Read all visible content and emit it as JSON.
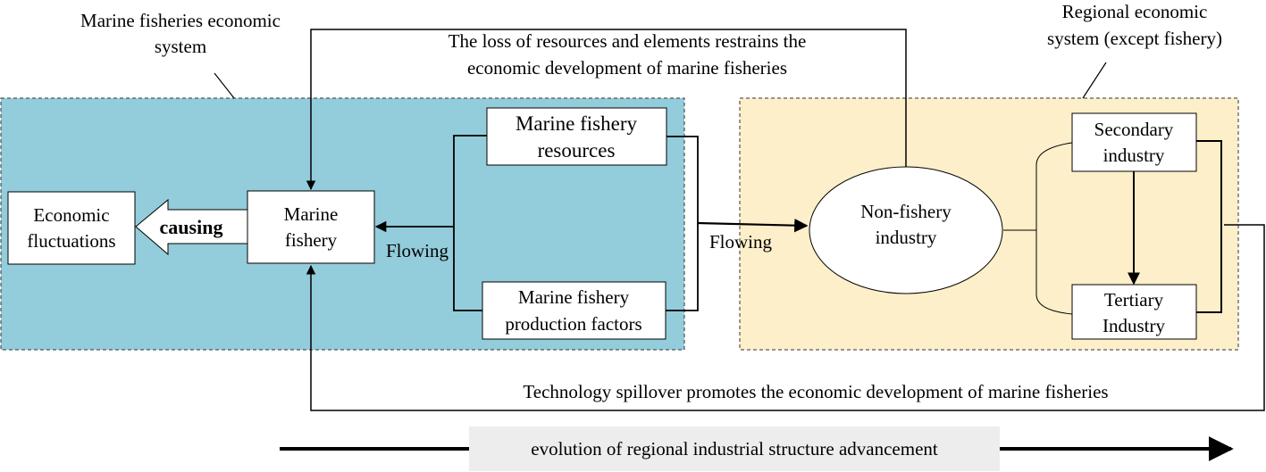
{
  "marine_system": {
    "label_line1": "Marine fisheries economic",
    "label_line2": "system",
    "background": "#93ccda"
  },
  "regional_system": {
    "label_line1": "Regional economic",
    "label_line2": "system (except fishery)",
    "background": "#fdefc9"
  },
  "top_flow": {
    "line1": "The loss of resources and elements restrains the",
    "line2": "economic development of marine fisheries"
  },
  "bottom_flow": {
    "text": "Technology spillover promotes the economic development of marine fisheries"
  },
  "nodes": {
    "economic_fluctuations": {
      "line1": "Economic",
      "line2": "fluctuations"
    },
    "marine_fishery": {
      "line1": "Marine",
      "line2": "fishery"
    },
    "resources": {
      "line1": "Marine fishery",
      "line2": "resources"
    },
    "production_factors": {
      "line1": "Marine fishery",
      "line2": "production factors"
    },
    "non_fishery": {
      "line1": "Non-fishery",
      "line2": "industry"
    },
    "secondary": {
      "line1": "Secondary",
      "line2": "industry"
    },
    "tertiary": {
      "line1": "Tertiary",
      "line2": "Industry"
    }
  },
  "labels": {
    "causing": "causing",
    "flowing_left": "Flowing",
    "flowing_right": "Flowing"
  },
  "evolution": {
    "text": "evolution of regional industrial structure advancement",
    "banner_color": "#ededed"
  }
}
